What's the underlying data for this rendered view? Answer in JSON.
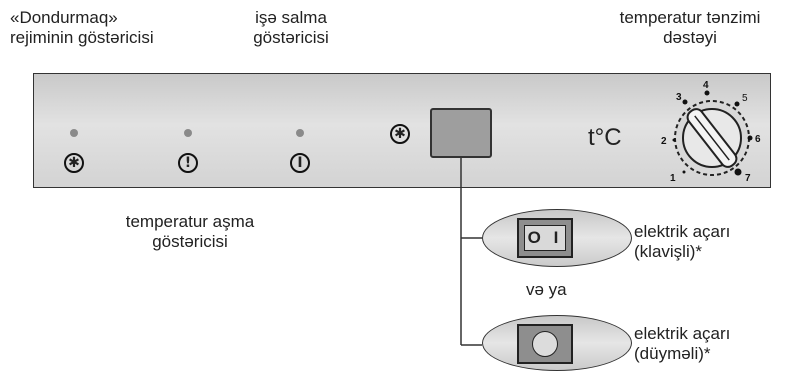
{
  "labels": {
    "freeze_indicator": [
      "«Dondurmaq»",
      "rejiminin göstəricisi"
    ],
    "power_indicator": [
      "işə salma",
      "göstəricisi"
    ],
    "thermostat": [
      "temperatur tənzimi",
      "dəstəyi"
    ],
    "over_temp_indicator": [
      "temperatur aşma",
      "göstəricisi"
    ],
    "rocker_switch": [
      "elektrik açarı",
      "(klavişli)*"
    ],
    "or_text": "və ya",
    "push_switch": [
      "elektrik açarı",
      "(düyməli)*"
    ]
  },
  "panel": {
    "temp_unit": "t°C",
    "dial_numbers": [
      "1",
      "2",
      "3",
      "4",
      "5",
      "6",
      "7"
    ],
    "rocker_text": "O I"
  },
  "icons": {
    "freeze": "snowflake-icon",
    "alarm": "exclamation-icon",
    "power": "power-icon"
  }
}
